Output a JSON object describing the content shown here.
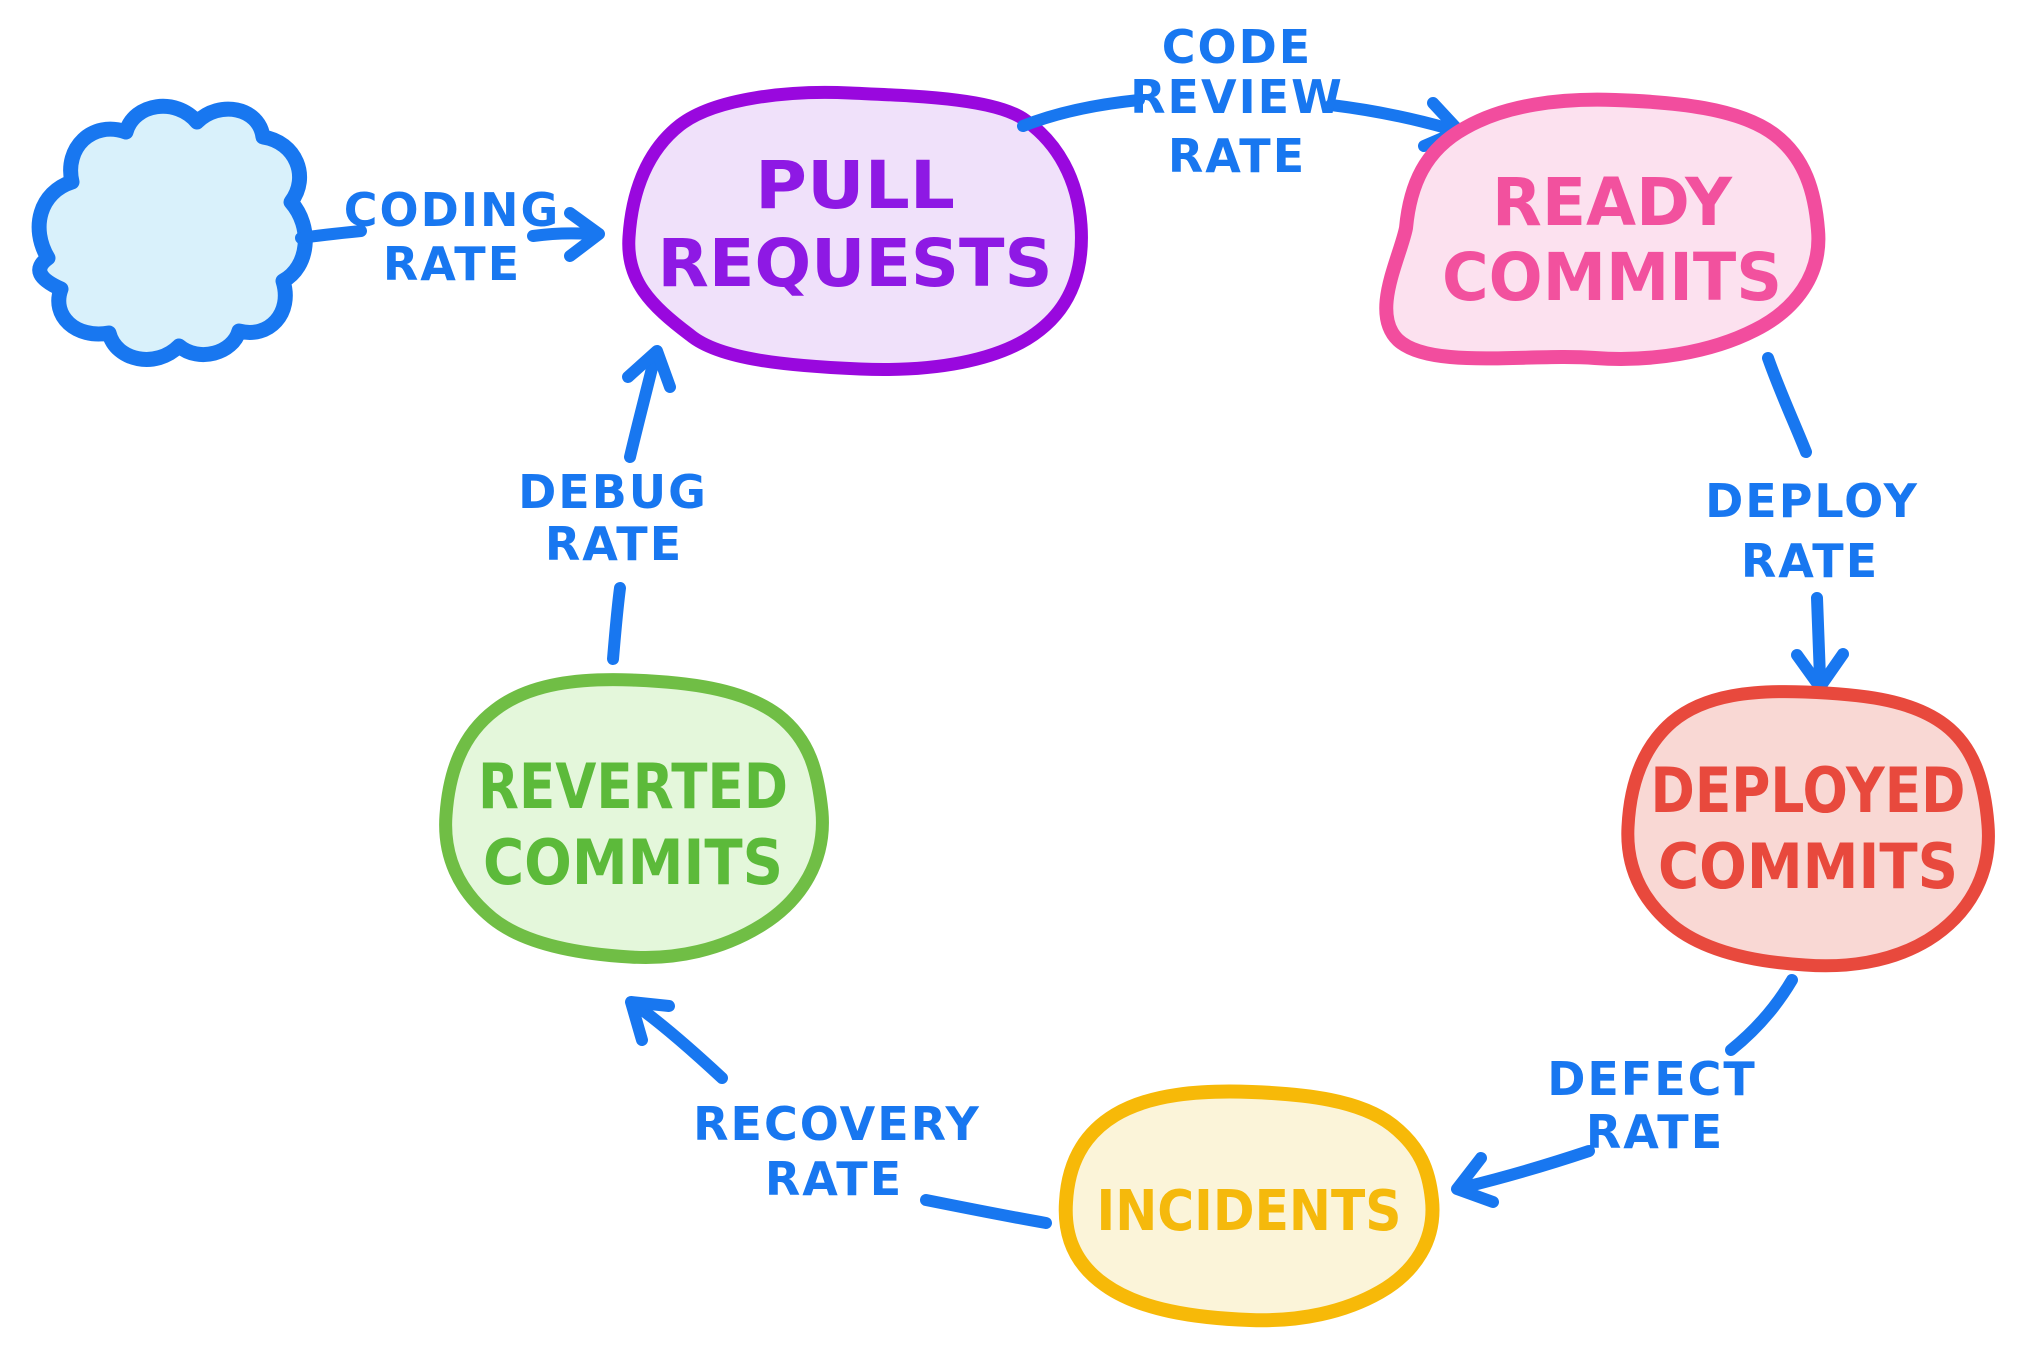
{
  "colors": {
    "arrow_blue": "#1877F0",
    "label_blue": "#1877F0",
    "cloud_fill": "#D9F1FB",
    "cloud_stroke": "#1877F0",
    "purple_stroke": "#9908DE",
    "purple_fill": "#F0E1FA",
    "purple_text": "#8E19E4",
    "pink_stroke": "#F24D9E",
    "pink_fill": "#FCE1EF",
    "pink_text": "#F2519E",
    "red_stroke": "#E8493D",
    "red_fill": "#F9D8D4",
    "red_text": "#E8493D",
    "yellow_stroke": "#F7B908",
    "yellow_fill": "#FBF4D9",
    "yellow_text": "#F5B90C",
    "green_stroke": "#70BE45",
    "green_fill": "#E4F7DB",
    "green_text": "#5CBA3A"
  },
  "nodes": {
    "cloud": {
      "icon": "cloud-icon",
      "label": ""
    },
    "pull_requests": {
      "line1": "PULL",
      "line2": "REQUESTS"
    },
    "ready_commits": {
      "line1": "READY",
      "line2": "COMMITS"
    },
    "deployed_commits": {
      "line1": "DEPLOYED",
      "line2": "COMMITS"
    },
    "incidents": {
      "line1": "INCIDENTS"
    },
    "reverted_commits": {
      "line1": "REVERTED",
      "line2": "COMMITS"
    }
  },
  "edges": {
    "coding_rate": {
      "line1": "CODING",
      "line2": "RATE",
      "from": "cloud",
      "to": "pull_requests"
    },
    "code_review_rate": {
      "line1": "CODE",
      "line2": "REVIEW",
      "line3": "RATE",
      "from": "pull_requests",
      "to": "ready_commits"
    },
    "deploy_rate": {
      "line1": "DEPLOY",
      "line2": "RATE",
      "from": "ready_commits",
      "to": "deployed_commits"
    },
    "defect_rate": {
      "line1": "DEFECT",
      "line2": "RATE",
      "from": "deployed_commits",
      "to": "incidents"
    },
    "recovery_rate": {
      "line1": "RECOVERY",
      "line2": "RATE",
      "from": "incidents",
      "to": "reverted_commits"
    },
    "debug_rate": {
      "line1": "DEBUG",
      "line2": "RATE",
      "from": "reverted_commits",
      "to": "pull_requests"
    }
  }
}
